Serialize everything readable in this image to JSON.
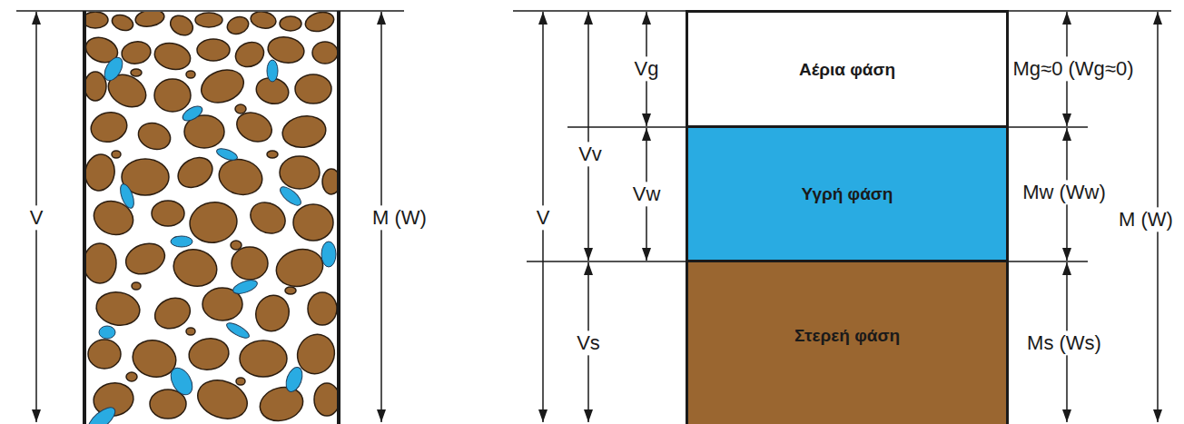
{
  "diagram": {
    "nodes": [
      {
        "text": [
          "Αέρια φάση"
        ]
      },
      {
        "text": [
          "Υγρή φάση"
        ]
      },
      {
        "text": [
          "Στερεή φάση"
        ]
      }
    ],
    "labels": [
      "V",
      "M (W)",
      "V",
      "Vv",
      "Vg",
      "Vw",
      "Vs",
      "Mg≈0 (Wg≈0)",
      "Mw (Ww)",
      "Ms (Ws)",
      "M (W)"
    ]
  }
}
